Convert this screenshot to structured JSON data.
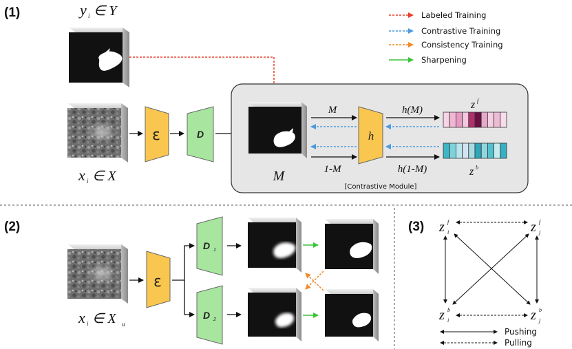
{
  "sections": {
    "s1": "(1)",
    "s2": "(2)",
    "s3": "(3)"
  },
  "legend": [
    {
      "label": "Labeled Training",
      "color": "#e8402a"
    },
    {
      "label": "Contrastive Training",
      "color": "#4a9be0"
    },
    {
      "label": "Consistency Training",
      "color": "#f08a28"
    },
    {
      "label": "Sharpening",
      "color": "#3ac43a"
    }
  ],
  "part1": {
    "label_symbol": "y",
    "label_sub": "i",
    "label_set": "∈ Y",
    "input_symbol": "x",
    "input_sub": "i",
    "input_set": "∈ X",
    "encoder": "ε",
    "decoder": "D",
    "mask_label": "M",
    "module_name": "[Contrastive Module]",
    "proj": "h",
    "edge_M": "M",
    "edge_1M": "1-M",
    "edge_hM": "h(M)",
    "edge_h1M": "h(1-M)",
    "zf": "z",
    "zf_sup": "f",
    "zb": "z",
    "zb_sup": "b"
  },
  "part2": {
    "input_symbol": "x",
    "input_sub": "i",
    "input_set": "∈ X",
    "input_set_sub": "u",
    "encoder": "ε",
    "dec1": "D",
    "dec1_sub": "1",
    "dec2": "D",
    "dec2_sub": "2"
  },
  "part3": {
    "z": "z",
    "nodes": [
      {
        "sup": "f",
        "sub": "i"
      },
      {
        "sup": "f",
        "sub": "j"
      },
      {
        "sup": "b",
        "sub": "i"
      },
      {
        "sup": "b",
        "sub": "j"
      }
    ],
    "pushing": "Pushing",
    "pulling": "Pulling"
  },
  "colors": {
    "encoder_fill": "#f9c74f",
    "decoder_fill": "#a8e6a0",
    "module_bg": "#e6e6e6",
    "zf_palette": [
      "#f6d3e6",
      "#f0b6d4",
      "#e69ac2",
      "#f3c7dd",
      "#b0306e",
      "#6a0f42",
      "#e7a9ca",
      "#f4cfe2",
      "#ecbbd5",
      "#f8dceb"
    ],
    "zb_palette": [
      "#3fb6c6",
      "#7fd2dc",
      "#b8e6ec",
      "#d3e3f0",
      "#a9dbe4",
      "#2ea7b9",
      "#8fd7e0",
      "#56c0ce",
      "#c7ebf0",
      "#37b0c2"
    ]
  }
}
